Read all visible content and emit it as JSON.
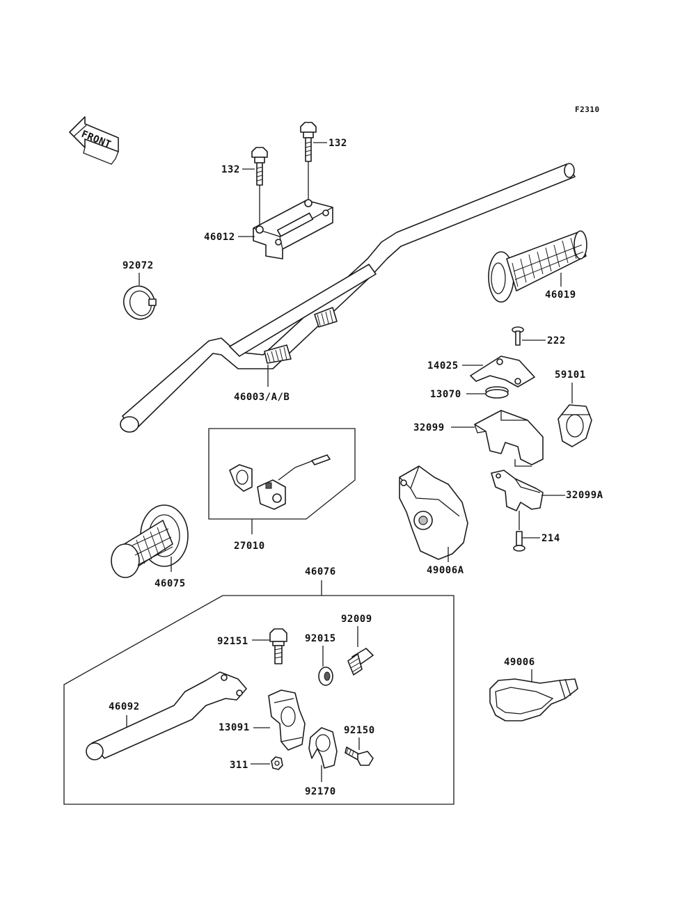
{
  "figure_code": "F2310",
  "front_label": "FRONT",
  "parts": {
    "bolt_132_left": "132",
    "bolt_132_right": "132",
    "clamp_46012": "46012",
    "ring_92072": "92072",
    "grip_46019": "46019",
    "handlebar_46003": "46003/A/B",
    "screw_222": "222",
    "bracket_14025": "14025",
    "seal_13070": "13070",
    "case_59101": "59101",
    "housing_32099": "32099",
    "housing_32099a": "32099A",
    "switch_27010": "27010",
    "cover_49006a": "49006A",
    "screw_214": "214",
    "grip_46075": "46075",
    "lever_assy_46076": "46076",
    "adjuster_92009": "92009",
    "bolt_92151": "92151",
    "nut_92015": "92015",
    "lever_46092": "46092",
    "boot_49006": "49006",
    "holder_13091": "13091",
    "bolt_92150": "92150",
    "nut_311": "311",
    "clamp_92170": "92170"
  },
  "colors": {
    "ink": "#1a1a1a",
    "background": "#ffffff",
    "shade": "#bdbdbd"
  }
}
